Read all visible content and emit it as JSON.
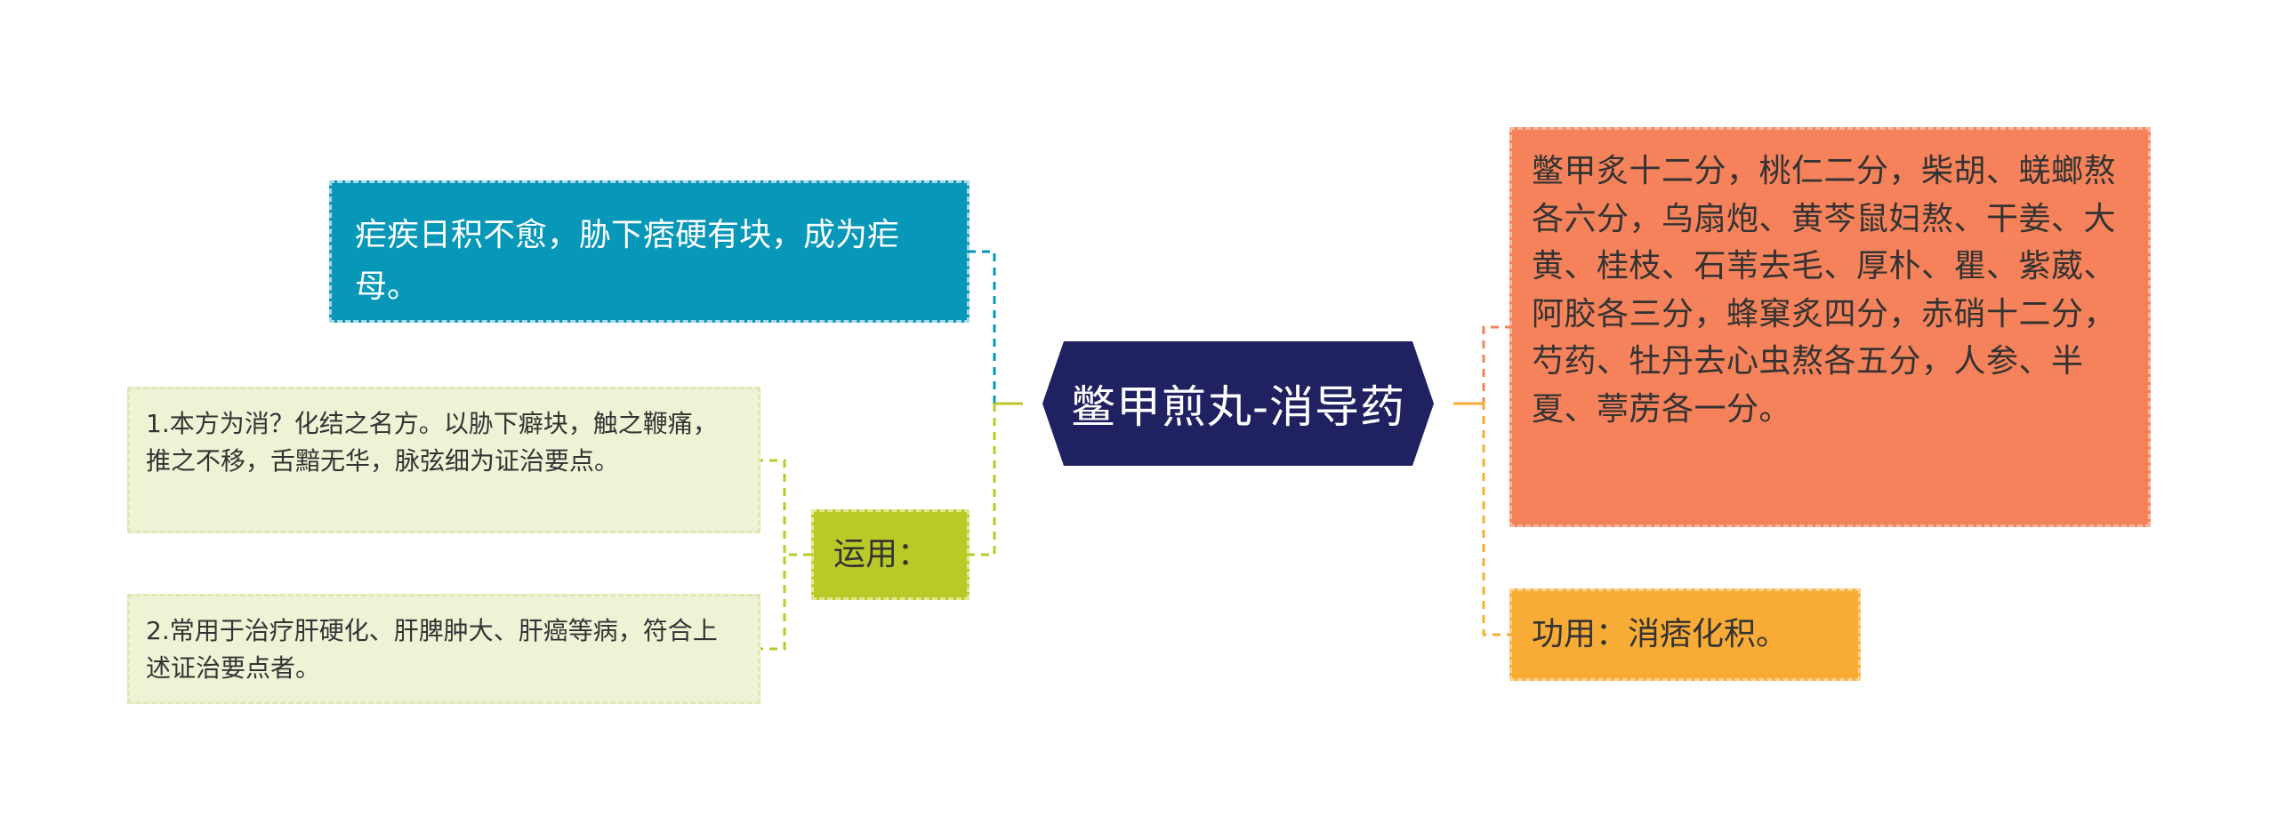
{
  "center": {
    "title": "鳖甲煎丸-消导药",
    "color": "#1f2161"
  },
  "left": {
    "condition": {
      "text": "疟疾日积不愈，胁下痞硬有块，成为疟母。",
      "color": "#0797b8"
    },
    "usage": {
      "label": "运用：",
      "color": "#b9c927",
      "items": [
        "1.本方为消？化结之名方。以胁下癖块，触之鞭痛，推之不移，舌黯无华，脉弦细为证治要点。",
        "2.常用于治疗肝硬化、肝脾肿大、肝癌等病，符合上述证治要点者。"
      ]
    }
  },
  "right": {
    "ingredients": {
      "text": "鳖甲炙十二分，桃仁二分，柴胡、蜣螂熬各六分，乌扇炮、黄芩鼠妇熬、干姜、大黄、桂枝、石苇去毛、厚朴、瞿、紫葳、阿胶各三分，蜂窠炙四分，赤硝十二分，芍药、牡丹去心虫熬各五分，人参、半夏、葶苈各一分。",
      "color": "#f5825a"
    },
    "function": {
      "text": "功用：消痞化积。",
      "color": "#f8ac35"
    }
  }
}
